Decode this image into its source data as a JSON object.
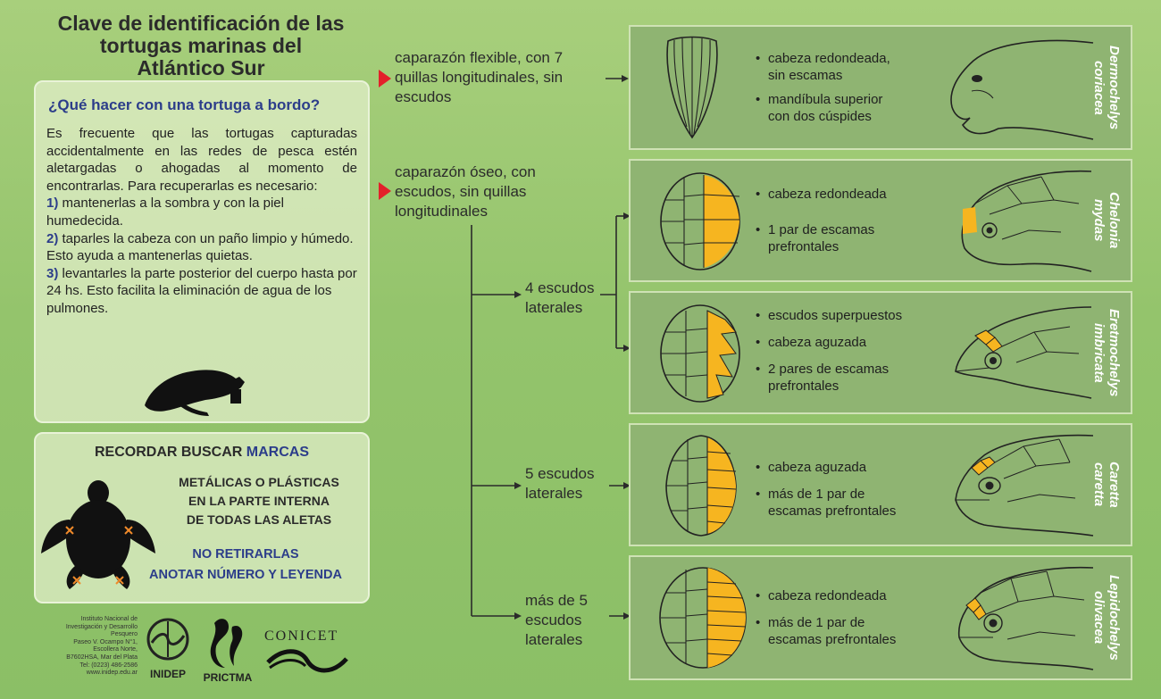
{
  "title": [
    "Clave de identificación de las",
    "tortugas marinas del",
    "Atlántico Sur"
  ],
  "onboard": {
    "heading": "¿Qué hacer con una tortuga a bordo?",
    "intro": "Es frecuente que las tortugas capturadas accidentalmente en las redes de pesca estén aletargadas o ahogadas al momento de encontrarlas. Para recuperarlas es necesario:",
    "steps": [
      {
        "num": "1)",
        "text": "mantenerlas a la sombra y con la piel humedecida."
      },
      {
        "num": "2)",
        "text": "taparles la cabeza con un paño limpio y húmedo. Esto ayuda a mantenerlas quietas."
      },
      {
        "num": "3)",
        "text": "levantarles la parte posterior del cuerpo hasta por 24 hs. Esto facilita la eliminación de agua de los pulmones."
      }
    ]
  },
  "remember": {
    "line1_a": "RECORDAR BUSCAR",
    "line1_b": "MARCAS",
    "lines": [
      "METÁLICAS O PLÁSTICAS",
      "EN LA PARTE INTERNA",
      "DE TODAS LAS ALETAS"
    ],
    "lines2": [
      "NO RETIRARLAS",
      "ANOTAR NÚMERO Y LEYENDA"
    ]
  },
  "key": {
    "flexible": [
      "caparazón flexible, con 7",
      "quillas longitudinales, sin",
      "escudos"
    ],
    "bony": [
      "caparazón óseo, con",
      "escudos, sin quillas",
      "longitudinales"
    ],
    "four": [
      "4 escudos",
      "laterales"
    ],
    "five": [
      "5 escudos",
      "laterales"
    ],
    "more": [
      "más de 5",
      "escudos",
      "laterales"
    ]
  },
  "species": [
    {
      "name": [
        "Dermochelys",
        "coriacea"
      ],
      "features": [
        [
          "cabeza redondeada,",
          "sin escamas"
        ],
        [
          "mandíbula superior",
          "con dos cúspides"
        ]
      ]
    },
    {
      "name": [
        "Chelonia",
        "mydas"
      ],
      "features": [
        [
          "cabeza redondeada"
        ],
        [
          "1 par de escamas",
          "prefrontales"
        ]
      ]
    },
    {
      "name": [
        "Eretmochelys",
        "imbricata"
      ],
      "features": [
        [
          "escudos superpuestos"
        ],
        [
          "cabeza aguzada"
        ],
        [
          "2 pares de escamas",
          "prefrontales"
        ]
      ]
    },
    {
      "name": [
        "Caretta",
        "caretta"
      ],
      "features": [
        [
          "cabeza aguzada"
        ],
        [
          "más de 1 par de",
          "escamas prefrontales"
        ]
      ]
    },
    {
      "name": [
        "Lepidochelys",
        "olivacea"
      ],
      "features": [
        [
          "cabeza redondeada"
        ],
        [
          "más de 1 par de",
          "escamas prefrontales"
        ]
      ]
    }
  ],
  "footer": {
    "inidep_address": [
      "Instituto Nacional de",
      "Investigación y Desarrollo",
      "Pesquero",
      "Paseo V. Ocampo N°1,",
      "Escollera Norte,",
      "B7602HSA, Mar del Plata",
      "Tel: (0223) 486-2586",
      "www.inidep.edu.ar"
    ],
    "inidep": "INIDEP",
    "prictma": "PRICTMA",
    "conicet": "CONICET"
  },
  "colors": {
    "highlight": "#f6b520",
    "navy": "#2c3d8a",
    "arrow_red": "#e3202a",
    "box": "#8fb472"
  }
}
